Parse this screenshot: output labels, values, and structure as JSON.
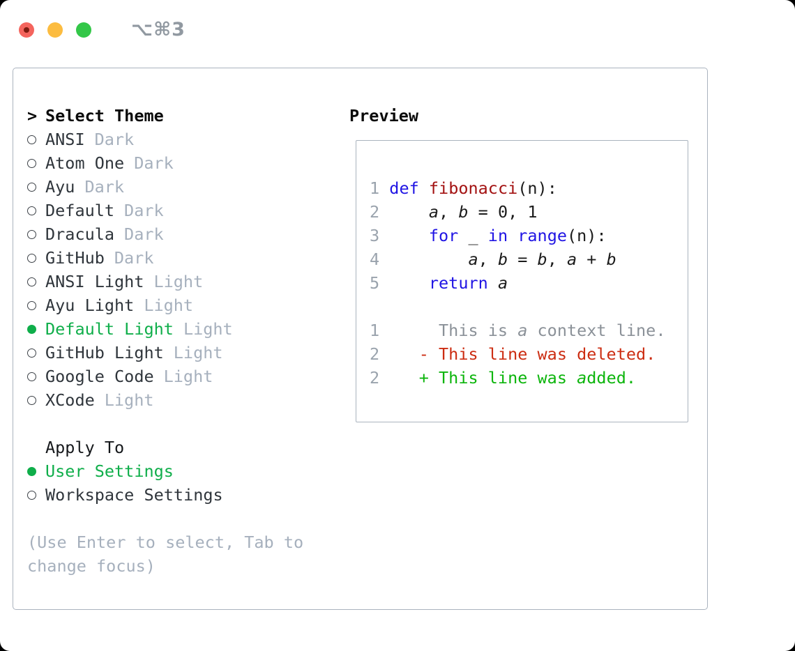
{
  "window": {
    "title": "⌥⌘3",
    "traffic_lights": [
      "close",
      "minimize",
      "zoom"
    ]
  },
  "colors": {
    "selection_green": "#0fae4a",
    "keyword_blue": "#2014e4",
    "function_red": "#a31212",
    "diff_deleted_red": "#cc2d12",
    "diff_added_green": "#0cb50c",
    "muted_gray": "#a6b0bd",
    "line_number_gray": "#9aa3ad",
    "context_gray": "#8b9198",
    "border_gray": "#aab3be"
  },
  "picker": {
    "prompt": ">",
    "title": "Select Theme",
    "themes": [
      {
        "name": "ANSI",
        "variant": "Dark",
        "selected": false
      },
      {
        "name": "Atom One",
        "variant": "Dark",
        "selected": false
      },
      {
        "name": "Ayu",
        "variant": "Dark",
        "selected": false
      },
      {
        "name": "Default",
        "variant": "Dark",
        "selected": false
      },
      {
        "name": "Dracula",
        "variant": "Dark",
        "selected": false
      },
      {
        "name": "GitHub",
        "variant": "Dark",
        "selected": false
      },
      {
        "name": "ANSI Light",
        "variant": "Light",
        "selected": false
      },
      {
        "name": "Ayu Light",
        "variant": "Light",
        "selected": false
      },
      {
        "name": "Default Light",
        "variant": "Light",
        "selected": true
      },
      {
        "name": "GitHub Light",
        "variant": "Light",
        "selected": false
      },
      {
        "name": "Google Code",
        "variant": "Light",
        "selected": false
      },
      {
        "name": "XCode",
        "variant": "Light",
        "selected": false
      }
    ],
    "apply_title": "Apply To",
    "apply_options": [
      {
        "label": "User Settings",
        "selected": true
      },
      {
        "label": "Workspace Settings",
        "selected": false
      }
    ],
    "help_lines": [
      "(Use Enter to select, Tab to",
      "change focus)"
    ]
  },
  "preview": {
    "title": "Preview",
    "lines": [
      {
        "num": "1",
        "tokens": [
          [
            "kw",
            "def"
          ],
          [
            "pl",
            " "
          ],
          [
            "fn",
            "fibonacci"
          ],
          [
            "pl",
            "(n):"
          ]
        ]
      },
      {
        "num": "2",
        "tokens": [
          [
            "pl",
            "    "
          ],
          [
            "var",
            "a"
          ],
          [
            "pl",
            ", "
          ],
          [
            "var",
            "b"
          ],
          [
            "pl",
            " = 0, 1"
          ]
        ]
      },
      {
        "num": "3",
        "tokens": [
          [
            "pl",
            "    "
          ],
          [
            "kw",
            "for"
          ],
          [
            "pl",
            " _ "
          ],
          [
            "kw",
            "in"
          ],
          [
            "pl",
            " "
          ],
          [
            "kw",
            "range"
          ],
          [
            "pl",
            "(n):"
          ]
        ]
      },
      {
        "num": "4",
        "tokens": [
          [
            "pl",
            "        "
          ],
          [
            "var",
            "a"
          ],
          [
            "pl",
            ", "
          ],
          [
            "var",
            "b"
          ],
          [
            "pl",
            " = "
          ],
          [
            "var",
            "b"
          ],
          [
            "pl",
            ", "
          ],
          [
            "var",
            "a"
          ],
          [
            "pl",
            " + "
          ],
          [
            "var",
            "b"
          ]
        ]
      },
      {
        "num": "5",
        "tokens": [
          [
            "pl",
            "    "
          ],
          [
            "kw",
            "return"
          ],
          [
            "pl",
            " "
          ],
          [
            "var",
            "a"
          ]
        ]
      },
      {
        "num": "",
        "tokens": []
      },
      {
        "num": "1",
        "tokens": [
          [
            "ctx",
            "     This is "
          ],
          [
            "ctxv",
            "a"
          ],
          [
            "ctx",
            " context line."
          ]
        ]
      },
      {
        "num": "2",
        "tokens": [
          [
            "del",
            "   - This line was deleted."
          ]
        ]
      },
      {
        "num": "2",
        "tokens": [
          [
            "add",
            "   + This line was "
          ],
          [
            "addv",
            "a"
          ],
          [
            "add",
            "dded."
          ]
        ]
      }
    ]
  }
}
